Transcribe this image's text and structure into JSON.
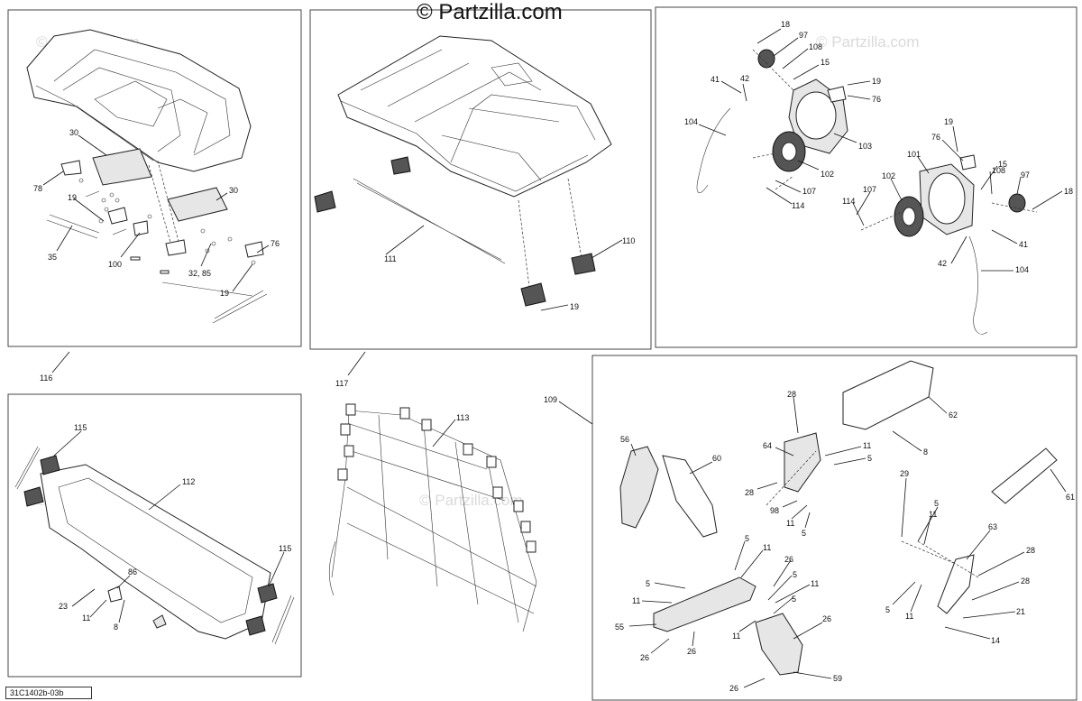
{
  "copyright": "© Partzilla.com",
  "watermark": "© Partzilla.com",
  "diagram_code": "31C1402b-03b",
  "labels": {
    "p116": "116",
    "p117": "117",
    "p109": "109",
    "a30a": "30",
    "a30b": "30",
    "a78": "78",
    "a19a": "19",
    "a35": "35",
    "a100": "100",
    "a3285": "32, 85",
    "a76": "76",
    "a19b": "19",
    "b111": "111",
    "b110": "110",
    "b19": "19",
    "c18a": "18",
    "c97a": "97",
    "c108a": "108",
    "c15a": "15",
    "c41a": "41",
    "c42a": "42",
    "c19a": "19",
    "c76a": "76",
    "c104a": "104",
    "c103": "103",
    "c102a": "102",
    "c107a": "107",
    "c114a": "114",
    "c19b": "19",
    "c76b": "76",
    "c101": "101",
    "c15b": "15",
    "c108b": "108",
    "c97b": "97",
    "c18b": "18",
    "c107b": "107",
    "c102b": "102",
    "c114b": "114",
    "c41b": "41",
    "c42b": "42",
    "c104b": "104",
    "d115a": "115",
    "d112": "112",
    "d115b": "115",
    "d86": "86",
    "d23": "23",
    "d11": "11",
    "d8": "8",
    "e113": "113",
    "f28a": "28",
    "f62": "62",
    "f56": "56",
    "f60": "60",
    "f64": "64",
    "f11a": "11",
    "f5a": "5",
    "f8": "8",
    "f28b": "28",
    "f98": "98",
    "f11b": "11",
    "f5b": "5",
    "f29": "29",
    "f61": "61",
    "f5c": "5",
    "f11c": "11",
    "f63": "63",
    "f28c": "28",
    "f28d": "28",
    "f21": "21",
    "f5d": "5",
    "f11d": "11",
    "f14": "14",
    "f5e": "5",
    "f11e": "11",
    "f5f": "5",
    "f26a": "26",
    "f5g": "5",
    "f11f": "11",
    "f5h": "5",
    "f11g": "11",
    "f55": "55",
    "f26b": "26",
    "f26c": "26",
    "f11h": "11",
    "f26d": "26",
    "f59": "59",
    "f26e": "26"
  }
}
